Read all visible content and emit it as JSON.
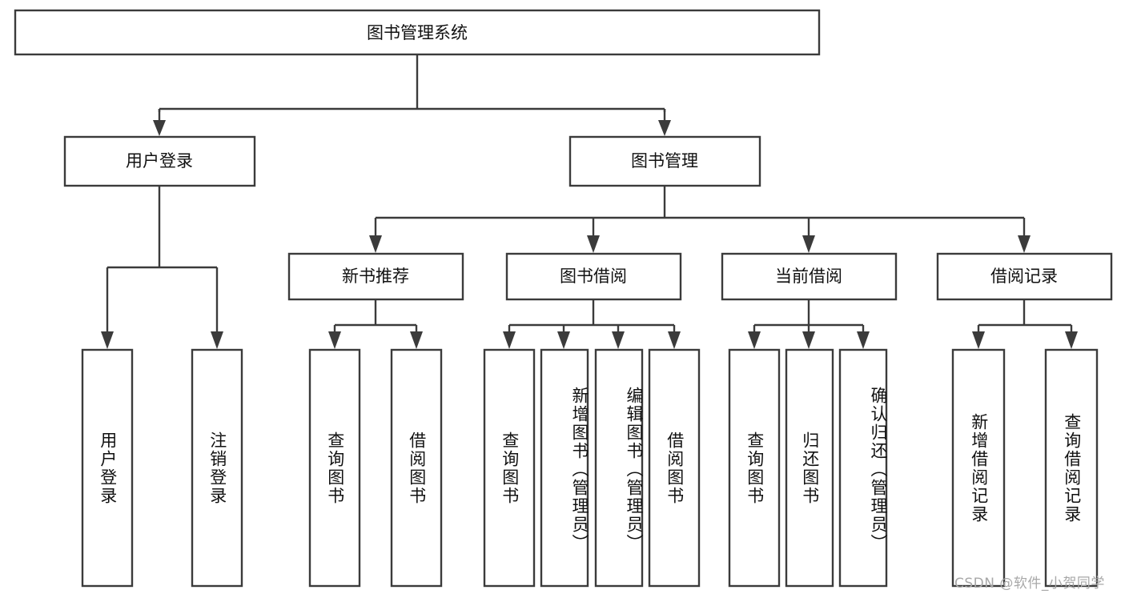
{
  "diagram": {
    "type": "hierarchy-tree",
    "title": "图书管理系统",
    "root": {
      "id": "root",
      "label": "图书管理系统",
      "orientation": "horizontal"
    },
    "level2": [
      {
        "id": "user-login",
        "label": "用户登录",
        "orientation": "horizontal"
      },
      {
        "id": "book-manage",
        "label": "图书管理",
        "orientation": "horizontal"
      }
    ],
    "level3": [
      {
        "id": "new-book-recommend",
        "label": "新书推荐",
        "orientation": "horizontal",
        "parent": "book-manage"
      },
      {
        "id": "book-borrow",
        "label": "图书借阅",
        "orientation": "horizontal",
        "parent": "book-manage"
      },
      {
        "id": "current-borrow",
        "label": "当前借阅",
        "orientation": "horizontal",
        "parent": "book-manage"
      },
      {
        "id": "borrow-record",
        "label": "借阅记录",
        "orientation": "horizontal",
        "parent": "book-manage"
      }
    ],
    "leaves": [
      {
        "id": "leaf-user-login",
        "label": "用户登录",
        "parent": "user-login",
        "orientation": "vertical"
      },
      {
        "id": "leaf-logout",
        "label": "注销登录",
        "parent": "user-login",
        "orientation": "vertical"
      },
      {
        "id": "leaf-query-book-1",
        "label": "查询图书",
        "parent": "new-book-recommend",
        "orientation": "vertical"
      },
      {
        "id": "leaf-borrow-book-1",
        "label": "借阅图书",
        "parent": "new-book-recommend",
        "orientation": "vertical"
      },
      {
        "id": "leaf-query-book-2",
        "label": "查询图书",
        "parent": "book-borrow",
        "orientation": "vertical"
      },
      {
        "id": "leaf-add-book",
        "label": "新增图书（管理员）",
        "parent": "book-borrow",
        "orientation": "vertical"
      },
      {
        "id": "leaf-edit-book",
        "label": "编辑图书（管理员）",
        "parent": "book-borrow",
        "orientation": "vertical"
      },
      {
        "id": "leaf-borrow-book-2",
        "label": "借阅图书",
        "parent": "book-borrow",
        "orientation": "vertical"
      },
      {
        "id": "leaf-query-book-3",
        "label": "查询图书",
        "parent": "current-borrow",
        "orientation": "vertical"
      },
      {
        "id": "leaf-return-book",
        "label": "归还图书",
        "parent": "current-borrow",
        "orientation": "vertical"
      },
      {
        "id": "leaf-confirm-return",
        "label": "确认归还（管理员）",
        "parent": "current-borrow",
        "orientation": "vertical"
      },
      {
        "id": "leaf-add-record",
        "label": "新增借阅记录",
        "parent": "borrow-record",
        "orientation": "vertical"
      },
      {
        "id": "leaf-query-record",
        "label": "查询借阅记录",
        "parent": "borrow-record",
        "orientation": "vertical"
      }
    ],
    "colors": {
      "stroke": "#3b3b3b",
      "fill": "#ffffff",
      "text": "#111111",
      "background": "#ffffff",
      "watermark": "#a8a8a8"
    }
  },
  "watermark": {
    "text": "CSDN @软件_小贺同学"
  }
}
